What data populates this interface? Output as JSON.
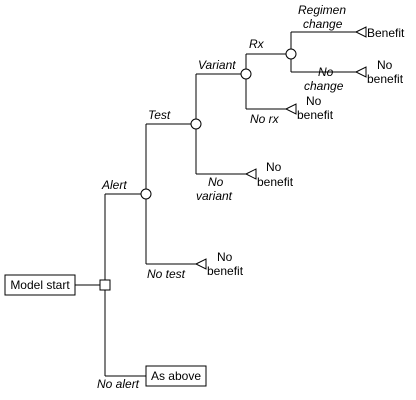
{
  "colors": {
    "line": "#000000",
    "benefit": "#33dd33",
    "no_benefit": "#ee2222",
    "node_fill": "#ffffff"
  },
  "nodes": {
    "model_start": "Model start",
    "as_above": "As above"
  },
  "branches": {
    "alert": "Alert",
    "no_alert": "No alert",
    "test": "Test",
    "no_test": "No test",
    "variant": "Variant",
    "no_variant_1": "No",
    "no_variant_2": "variant",
    "rx": "Rx",
    "no_rx": "No rx",
    "regimen_1": "Regimen",
    "regimen_2": "change",
    "no_change_1": "No",
    "no_change_2": "change"
  },
  "outcomes": {
    "benefit": "Benefit",
    "no_benefit_1": "No",
    "no_benefit_2": "benefit"
  }
}
